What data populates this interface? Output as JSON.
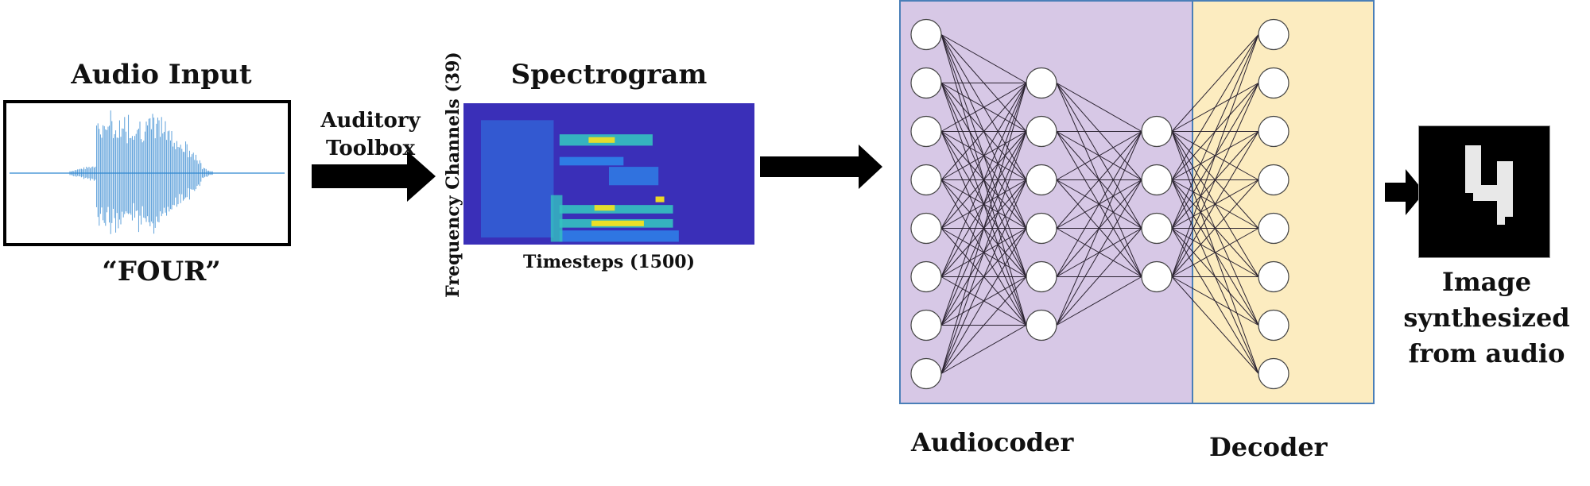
{
  "audio_input": {
    "title": "Audio Input",
    "caption": "“FOUR”",
    "waveform_color": "#2f86d0"
  },
  "auditory_toolbox": {
    "label_line1": "Auditory",
    "label_line2": "Toolbox"
  },
  "spectrogram": {
    "title": "Spectrogram",
    "xlabel": "Timesteps (1500)",
    "ylabel": "Frequency Channels (39)",
    "background_color": "#3a2fb8",
    "highlight_colors": [
      "#2c8ff0",
      "#35c2c0",
      "#f5e11e"
    ]
  },
  "network": {
    "encoder_label": "Audiocoder",
    "decoder_label": "Decoder",
    "encoder_color": "#d7c8e6",
    "decoder_color": "#fcecc0",
    "border_color": "#4a7fb8",
    "layers": [
      {
        "name": "input",
        "nodes": 8
      },
      {
        "name": "hidden",
        "nodes": 6
      },
      {
        "name": "latent",
        "nodes": 4
      },
      {
        "name": "output",
        "nodes": 8
      }
    ]
  },
  "output": {
    "caption_line1": "Image",
    "caption_line2": "synthesized",
    "caption_line3": "from audio",
    "digit": "4"
  }
}
